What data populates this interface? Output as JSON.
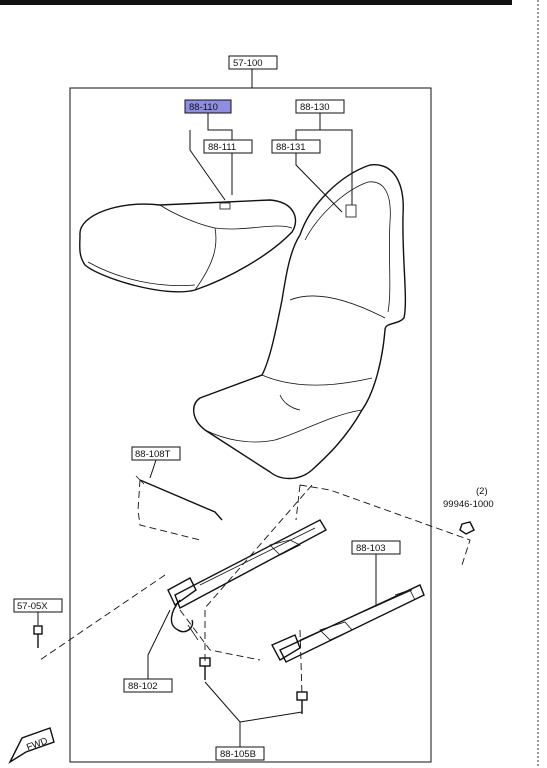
{
  "labels": {
    "assembly": "57-100",
    "cushion_highlight": "88-110",
    "cushion_cover": "88-111",
    "back_assembly": "88-130",
    "back_cover": "88-131",
    "wire": "88-108T",
    "adjuster_left": "88-102",
    "adjuster_right": "88-103",
    "bolt": "88-105B",
    "bolt_left": "57-05X",
    "nut_qty": "(2)",
    "nut_code": "99946-1000",
    "forward": "FWD"
  },
  "colors": {
    "highlight": "#8e8ee0",
    "line": "#111111"
  }
}
